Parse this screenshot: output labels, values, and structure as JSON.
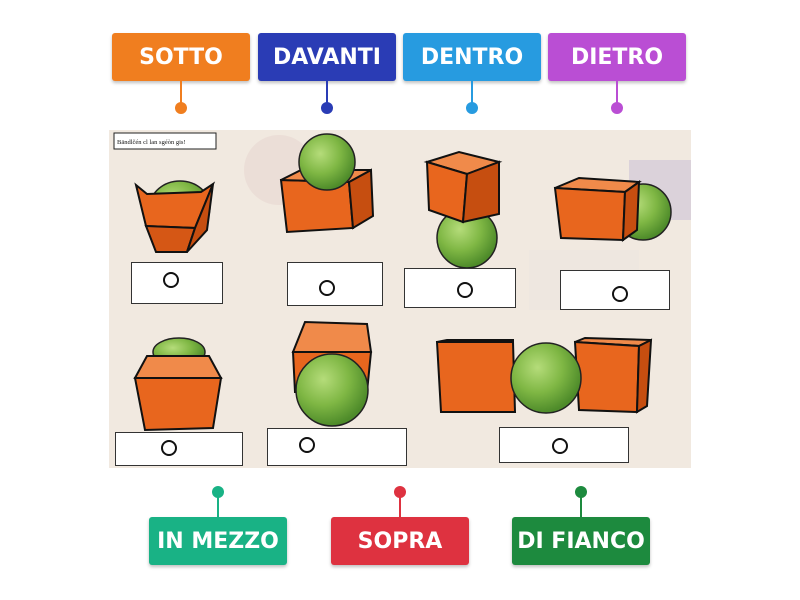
{
  "labels_top": [
    {
      "text": "SOTTO",
      "color": "#F07E1F"
    },
    {
      "text": "DAVANTI",
      "color": "#2A3CB5"
    },
    {
      "text": "DENTRO",
      "color": "#279BE0"
    },
    {
      "text": "DIETRO",
      "color": "#BA4ED4"
    }
  ],
  "labels_bottom": [
    {
      "text": "IN MEZZO",
      "color": "#19B285"
    },
    {
      "text": "SOPRA",
      "color": "#DE3240"
    },
    {
      "text": "DI FIANCO",
      "color": "#1D8A3E"
    }
  ],
  "worksheet": {
    "caption": "Bändlčén cl lan sgéòn gis!"
  },
  "colors": {
    "box": "#E8661E",
    "ball": "#7FB744",
    "page_bg": "#F5EFE8"
  },
  "answer_markers": [
    {
      "value": "○"
    },
    {
      "value": "○"
    },
    {
      "value": "○"
    },
    {
      "value": "○"
    },
    {
      "value": "○"
    },
    {
      "value": "○"
    },
    {
      "value": "○"
    }
  ]
}
